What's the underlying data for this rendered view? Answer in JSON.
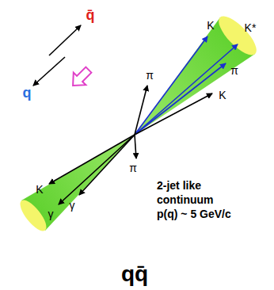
{
  "diagram": {
    "caption": "qq̄",
    "labels": [
      "q̄",
      "q",
      "K",
      "K*",
      "π",
      "K",
      "π",
      "π",
      "K",
      "γ",
      "γ",
      "2-jet like",
      "continuum",
      "p(q) ~ 5 GeV/c"
    ]
  }
}
